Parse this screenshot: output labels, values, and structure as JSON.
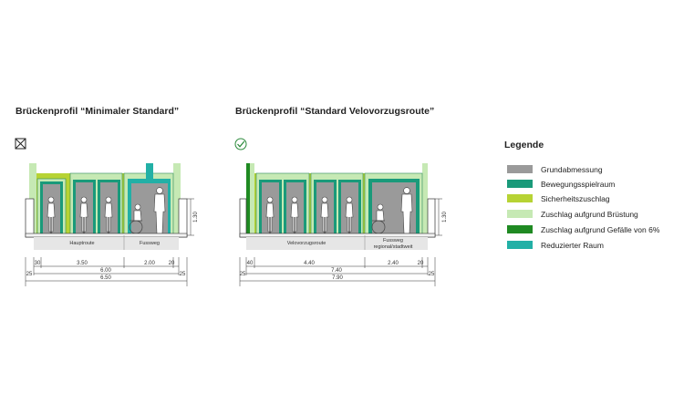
{
  "profiles": [
    {
      "title": "Brückenprofil “Minimaler Standard”",
      "status_icon": "cross-box-icon",
      "height_dim": "1.30",
      "lane_main": "Hauptroute",
      "lane_side": "Fussweg",
      "side_dims": {
        "left": "30",
        "right": "20"
      },
      "segment_dims": {
        "main": "3.50",
        "side": "2.00"
      },
      "total_inner": "6.00",
      "edge_dims": {
        "left": "25",
        "right": "25"
      },
      "total_outer": "6.50"
    },
    {
      "title": "Brückenprofil “Standard Velovorzugsroute”",
      "status_icon": "check-circle-icon",
      "height_dim": "1.30",
      "lane_main": "Velovorzugsroute",
      "lane_side_1": "Fussweg",
      "lane_side_2": "regional/stadtweit",
      "side_dims": {
        "left": "40",
        "right": "20"
      },
      "segment_dims": {
        "main": "4.40",
        "side": "2.40"
      },
      "total_inner": "7.40",
      "edge_dims": {
        "left": "25",
        "right": "25"
      },
      "total_outer": "7.90"
    }
  ],
  "legend": {
    "title": "Legende",
    "items": [
      {
        "label": "Grundabmessung",
        "color": "#9a9a9a"
      },
      {
        "label": "Bewegungsspielraum",
        "color": "#1a9a7a"
      },
      {
        "label": "Sicherheitszuschlag",
        "color": "#b7d334"
      },
      {
        "label": "Zuschlag aufgrund Brüstung",
        "color": "#c6e9b4"
      },
      {
        "label": "Zuschlag aufgrund Gefälle von 6%",
        "color": "#1f8a22"
      },
      {
        "label": "Reduzierter Raum",
        "color": "#22b0a6"
      }
    ]
  }
}
